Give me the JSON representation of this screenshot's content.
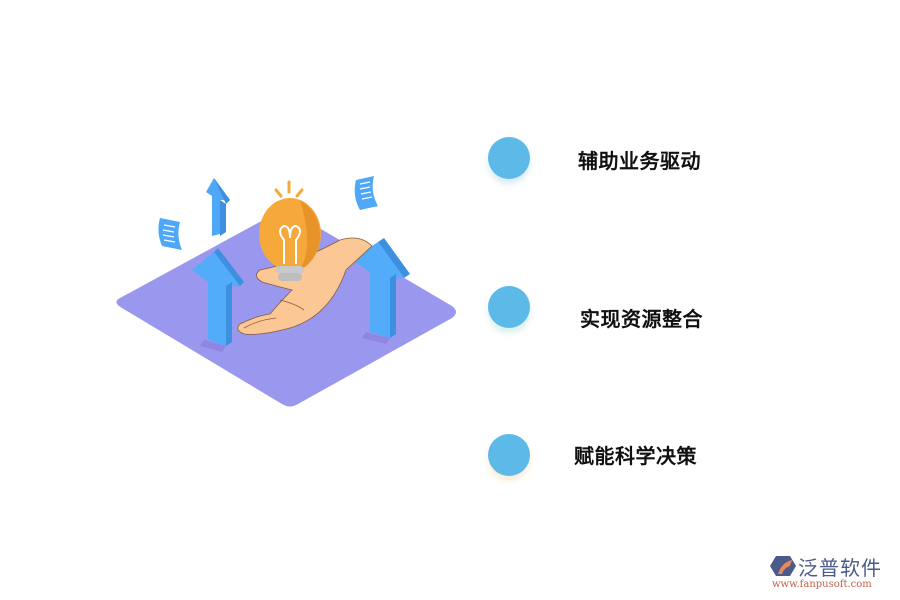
{
  "features": [
    {
      "label": "辅助业务驱动",
      "dot_color": "#5db9e8",
      "shadow": "#9ecdf0"
    },
    {
      "label": "实现资源整合",
      "dot_color": "#5db9e8",
      "shadow": "#a6e3d6"
    },
    {
      "label": "赋能科学决策",
      "dot_color": "#5db9e8",
      "shadow": "#f5d6b0"
    }
  ],
  "illustration": {
    "platform_color": "#9a98ee",
    "arrow_color": "#4fa8f7",
    "arrow_side_color": "#3d8fe0",
    "bulb_color": "#f6a93b",
    "hand_color": "#fbc794",
    "icons": [
      "lightbulb-icon",
      "hand-icon",
      "up-arrow-icon",
      "document-icon"
    ]
  },
  "logo": {
    "brand": "泛普软件",
    "url": "www.fanpusoft.com"
  }
}
